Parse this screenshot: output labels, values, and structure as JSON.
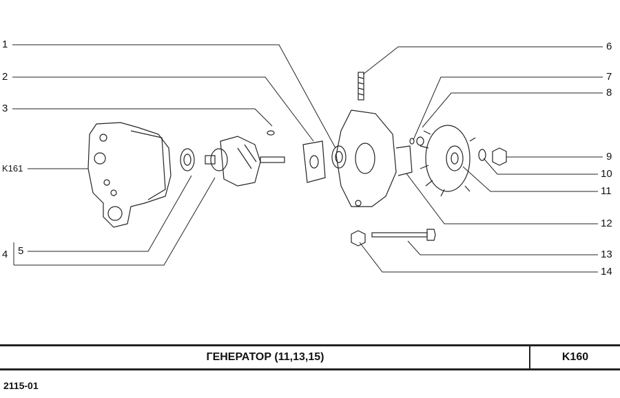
{
  "diagram": {
    "callouts_left": [
      {
        "id": "1",
        "label": "1"
      },
      {
        "id": "2",
        "label": "2"
      },
      {
        "id": "3",
        "label": "3"
      },
      {
        "id": "k161",
        "label": "K161"
      },
      {
        "id": "4",
        "label": "4"
      },
      {
        "id": "5",
        "label": "5"
      }
    ],
    "callouts_right": [
      {
        "id": "6",
        "label": "6"
      },
      {
        "id": "7",
        "label": "7"
      },
      {
        "id": "8",
        "label": "8"
      },
      {
        "id": "9",
        "label": "9"
      },
      {
        "id": "10",
        "label": "10"
      },
      {
        "id": "11",
        "label": "11"
      },
      {
        "id": "12",
        "label": "12"
      },
      {
        "id": "13",
        "label": "13"
      },
      {
        "id": "14",
        "label": "14"
      }
    ]
  },
  "footer": {
    "title": "ГЕНЕРАТОР (11,13,15)",
    "code": "K160",
    "doc_number": "2115-01"
  }
}
